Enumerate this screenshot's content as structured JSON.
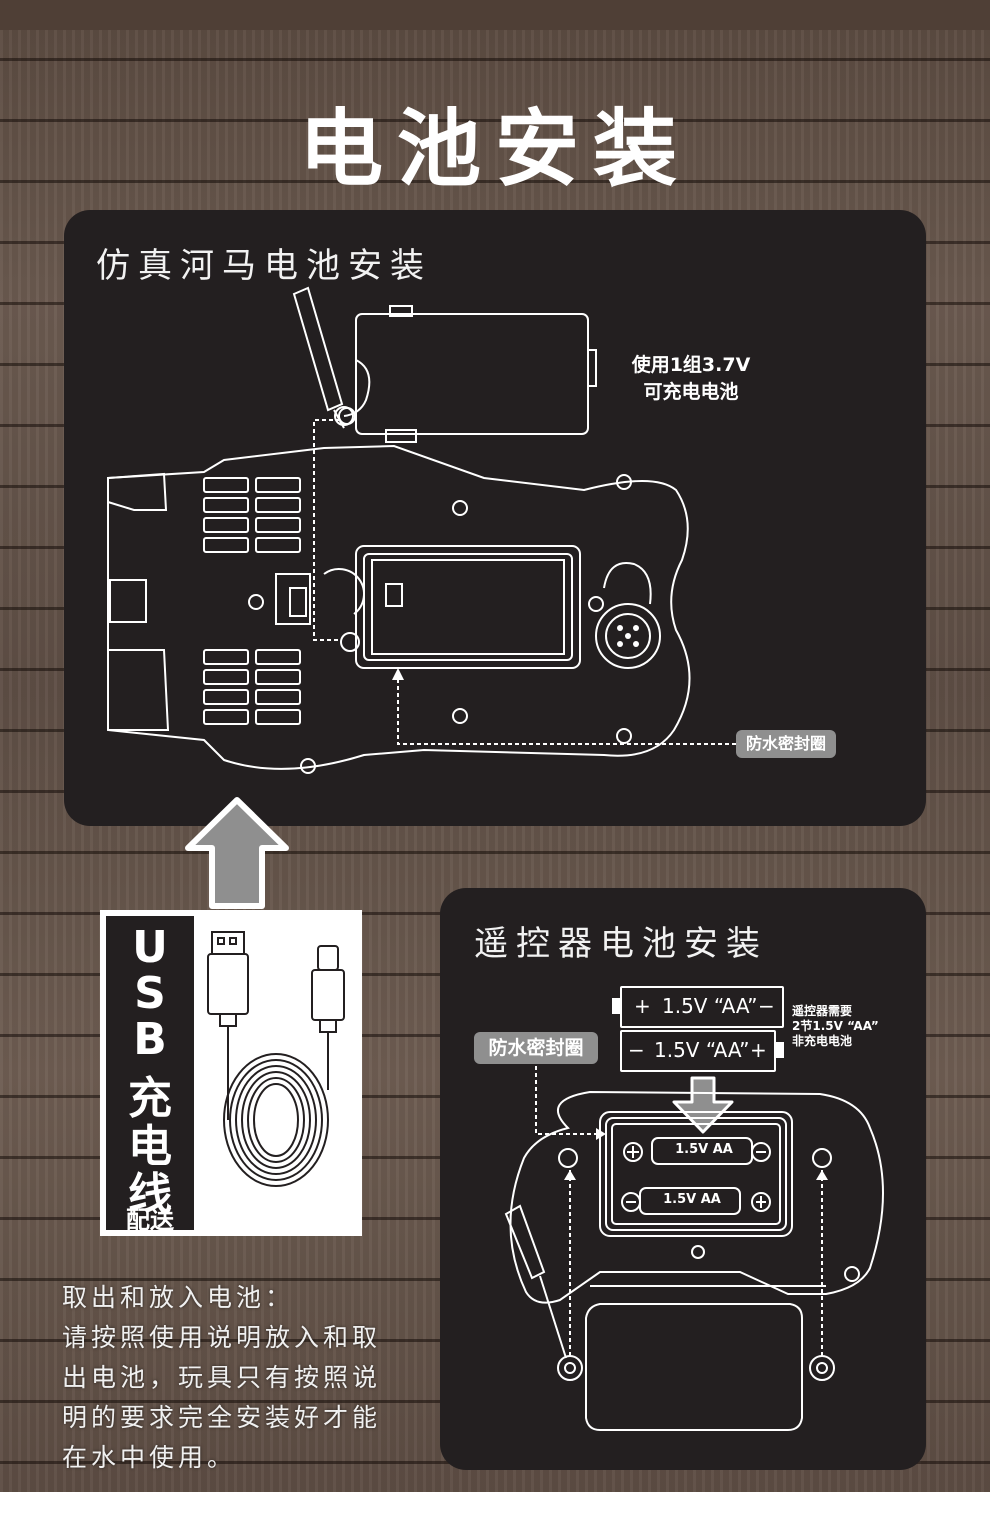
{
  "title": "电池安装",
  "hippo_panel": {
    "title": "仿真河马电池安装",
    "battery_note_line1": "使用1组3.7V",
    "battery_note_line2": "可充电电池",
    "seal_tag": "防水密封圈"
  },
  "usb": {
    "letters": [
      "U",
      "S",
      "B",
      "充",
      "电",
      "线"
    ],
    "sub": "配送"
  },
  "instructions": {
    "lines": [
      "取出和放入电池：",
      "请按照使用说明放入和取",
      "出电池，玩具只有按照说",
      "明的要求完全安装好才能",
      "在水中使用。"
    ]
  },
  "remote_panel": {
    "title": "遥控器电池安装",
    "seal_tag": "防水密封圈",
    "battery1": {
      "plus": "+",
      "label": "1.5V  “AA”",
      "minus": "−"
    },
    "battery2": {
      "minus": "−",
      "label": "1.5V  “AA”",
      "plus": "+"
    },
    "note_line1": "遥控器需要",
    "note_line2": "2节1.5V “AA”",
    "note_line3": "非充电电池",
    "cell1": "1.5V AA",
    "cell2": "1.5V AA"
  }
}
